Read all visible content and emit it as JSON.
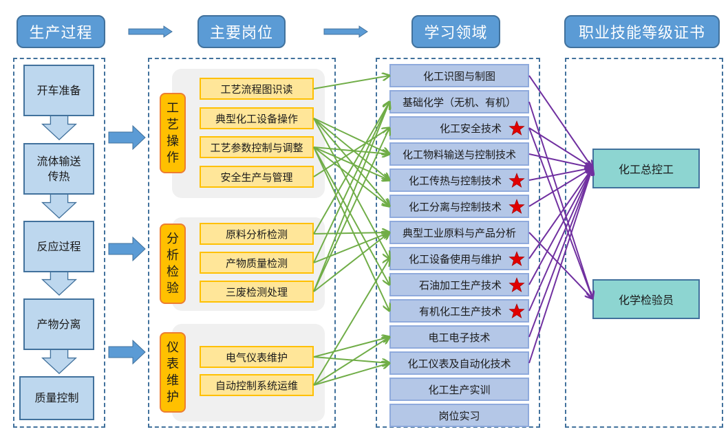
{
  "headers": {
    "production": "生产过程",
    "posts": "主要岗位",
    "learning": "学习领域",
    "certificates": "职业技能等级证书"
  },
  "production_steps": [
    {
      "label": "开车准备"
    },
    {
      "label": "流体输送\n传热"
    },
    {
      "label": "反应过程"
    },
    {
      "label": "产物分离"
    },
    {
      "label": "质量控制"
    }
  ],
  "post_groups": [
    {
      "label": "工艺操作",
      "chars": [
        "工",
        "艺",
        "操",
        "作"
      ],
      "posts": [
        "工艺流程图识读",
        "典型化工设备操作",
        "工艺参数控制与调整",
        "安全生产与管理"
      ]
    },
    {
      "label": "分析检验",
      "chars": [
        "分",
        "析",
        "检",
        "验"
      ],
      "posts": [
        "原料分析检测",
        "产物质量检测",
        "三废检测处理"
      ]
    },
    {
      "label": "仪表维护",
      "chars": [
        "仪",
        "表",
        "维",
        "护"
      ],
      "posts": [
        "电气仪表维护",
        "自动控制系统运维"
      ]
    }
  ],
  "courses": [
    {
      "label": "化工识图与制图",
      "core": false
    },
    {
      "label": "基础化学（无机、有机）",
      "core": false
    },
    {
      "label": "化工安全技术",
      "core": true
    },
    {
      "label": "化工物料输送与控制技术",
      "core": false
    },
    {
      "label": "化工传热与控制技术",
      "core": true
    },
    {
      "label": "化工分离与控制技术",
      "core": true
    },
    {
      "label": "典型工业原料与产品分析",
      "core": false
    },
    {
      "label": "化工设备使用与维护",
      "core": true
    },
    {
      "label": "石油加工生产技术",
      "core": true
    },
    {
      "label": "有机化工生产技术",
      "core": true
    },
    {
      "label": "电工电子技术",
      "core": false
    },
    {
      "label": "化工仪表及自动化技术",
      "core": false
    },
    {
      "label": "化工生产实训",
      "core": false
    },
    {
      "label": "岗位实习",
      "core": false
    }
  ],
  "certificates": [
    {
      "label": "化工总控工"
    },
    {
      "label": "化学检验员"
    }
  ],
  "post_to_course_links": [
    [
      0,
      0
    ],
    [
      1,
      3
    ],
    [
      1,
      4
    ],
    [
      1,
      5
    ],
    [
      1,
      7
    ],
    [
      2,
      3
    ],
    [
      2,
      4
    ],
    [
      2,
      5
    ],
    [
      2,
      8
    ],
    [
      2,
      9
    ],
    [
      3,
      2
    ],
    [
      4,
      1
    ],
    [
      4,
      6
    ],
    [
      5,
      1
    ],
    [
      5,
      6
    ],
    [
      6,
      1
    ],
    [
      6,
      2
    ],
    [
      6,
      6
    ],
    [
      7,
      10
    ],
    [
      7,
      11
    ],
    [
      8,
      7
    ],
    [
      8,
      10
    ],
    [
      8,
      11
    ]
  ],
  "course_to_cert_links": [
    [
      0,
      0
    ],
    [
      2,
      0
    ],
    [
      3,
      0
    ],
    [
      4,
      0
    ],
    [
      5,
      0
    ],
    [
      7,
      0
    ],
    [
      8,
      0
    ],
    [
      9,
      0
    ],
    [
      10,
      0
    ],
    [
      11,
      0
    ],
    [
      1,
      1
    ],
    [
      2,
      1
    ],
    [
      6,
      1
    ]
  ],
  "colors": {
    "header_fill": "#5b9bd5",
    "post_link": "#70ad47",
    "cert_link": "#7030a0",
    "star": "#e00000"
  }
}
